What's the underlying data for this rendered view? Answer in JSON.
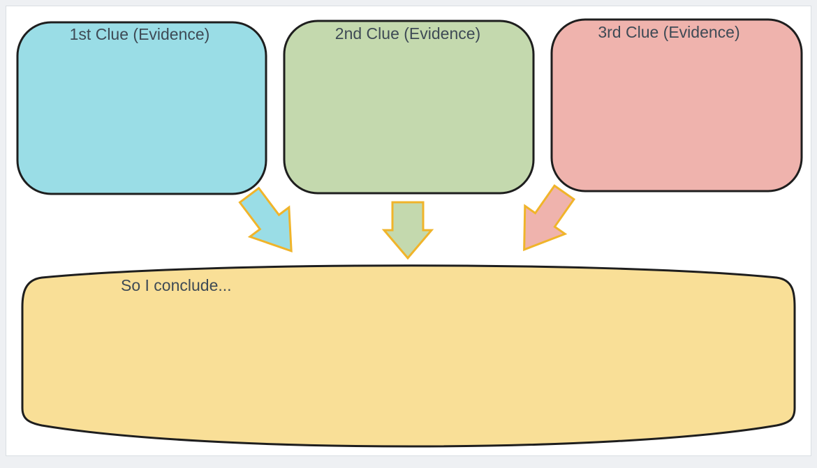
{
  "clues": [
    {
      "label": "1st Clue (Evidence)",
      "fill": "#9adde6"
    },
    {
      "label": "2nd Clue (Evidence)",
      "fill": "#c4d9ae"
    },
    {
      "label": "3rd Clue (Evidence)",
      "fill": "#efb3ad"
    }
  ],
  "conclusion": {
    "label": "So I conclude...",
    "fill": "#f9df97"
  },
  "colors": {
    "outline": "#1e1e1e",
    "arrow_outline": "#f0b42a",
    "page_background": "#eef0f3",
    "panel_background": "#ffffff"
  }
}
